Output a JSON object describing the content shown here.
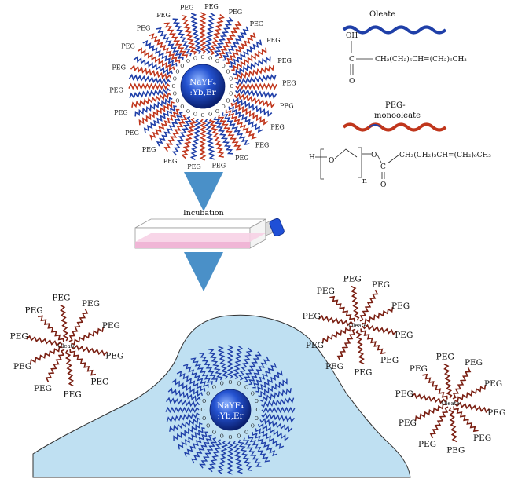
{
  "legend": {
    "oleate_title": "Oleate",
    "oleate_oh": "OH",
    "oleate_c": "C",
    "oleate_o": "O",
    "oleate_chain": "CH₂(CH₂)₅CH=(CH₂)₆CH₃",
    "peg_title_1": "PEG-",
    "peg_title_2": "monooleate",
    "peg_h": "H",
    "peg_o1": "O",
    "peg_n": "n",
    "peg_o2": "O",
    "peg_c": "C",
    "peg_o3": "O",
    "peg_chain": "CH₂(CH₂)₅CH=(CH₂)₆CH₃"
  },
  "nanoparticle": {
    "line1": "NaYF₄",
    "line2": ":Yb,Er",
    "peg_label": "PEG",
    "oleate_label": "Oleate"
  },
  "step": {
    "incubation": "Incubation"
  },
  "colors": {
    "oleate_chain": "#1f3fa8",
    "peg_chain": "#c0361c",
    "free_chain": "#7a1f12",
    "cell_fill": "#bfe0f2",
    "arrow": "#4a90c8",
    "flask_cap": "#1f4fd6",
    "medium": "#f0b6d6",
    "particle": "#1747b8"
  }
}
